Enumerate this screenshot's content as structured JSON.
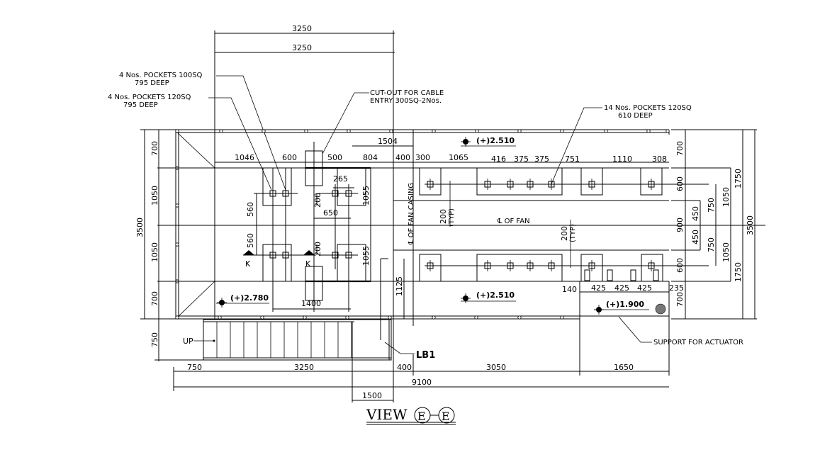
{
  "drawing": {
    "title": "VIEW",
    "section_mark_a": "E",
    "section_mark_b": "E",
    "top_dims": [
      "3250",
      "3250"
    ],
    "notes": {
      "pockets_100": [
        "4 Nos. POCKETS 100SQ",
        "795 DEEP"
      ],
      "pockets_120_left": [
        "4 Nos. POCKETS 120SQ",
        "795 DEEP"
      ],
      "cutout": [
        "CUT-OUT FOR CABLE",
        "ENTRY 300SQ-2Nos."
      ],
      "pockets_120_right": [
        "14 Nos. POCKETS 120SQ",
        "610 DEEP"
      ],
      "actuator": "SUPPORT FOR ACTUATOR",
      "up": "UP",
      "lb1": "LB1",
      "fan_casing": "℄ OF FAN CASING",
      "fan_center": "℄ OF FAN",
      "typ": "(TYP)",
      "k_mark": "K"
    },
    "levels": {
      "top_right": "(+)2.510",
      "bottom_mid": "(+)2.510",
      "left": "(+)2.780",
      "actuator": "(+)1.900"
    },
    "left_dims": {
      "overall": "3500",
      "segments": [
        "700",
        "1050",
        "1050",
        "700"
      ],
      "stair": "750"
    },
    "right_dims": {
      "overall": "3500",
      "segments": [
        "700",
        "600",
        "900",
        "600",
        "700"
      ],
      "d1750_top": "1750",
      "d1750_bot": "1750",
      "d1050_top": "1050",
      "d1050_bot": "1050",
      "d750_top": "750",
      "d750_bot": "750",
      "d450_top": "450",
      "d450_bot": "450"
    },
    "inner_top_dims": [
      "1046",
      "600",
      "500",
      "804",
      "400",
      "300",
      "1065",
      "416",
      "375",
      "375",
      "751",
      "1110",
      "308"
    ],
    "dim_1504": "1504",
    "pocket_dims": {
      "d265": "265",
      "d200a": "200",
      "d200b": "200",
      "d650": "650",
      "d560a": "560",
      "d560b": "560",
      "d1055a": "1055",
      "d1055b": "1055",
      "d1400": "1400",
      "d1125": "1125",
      "d200_typ_a": "200",
      "d200_typ_b": "200"
    },
    "actuator_dims": [
      "140",
      "425",
      "425",
      "425",
      "235"
    ],
    "bottom_dims": {
      "d750": "750",
      "d3250": "3250",
      "d400": "400",
      "d3050": "3050",
      "d1650": "1650",
      "overall": "9100",
      "d1500": "1500"
    }
  }
}
